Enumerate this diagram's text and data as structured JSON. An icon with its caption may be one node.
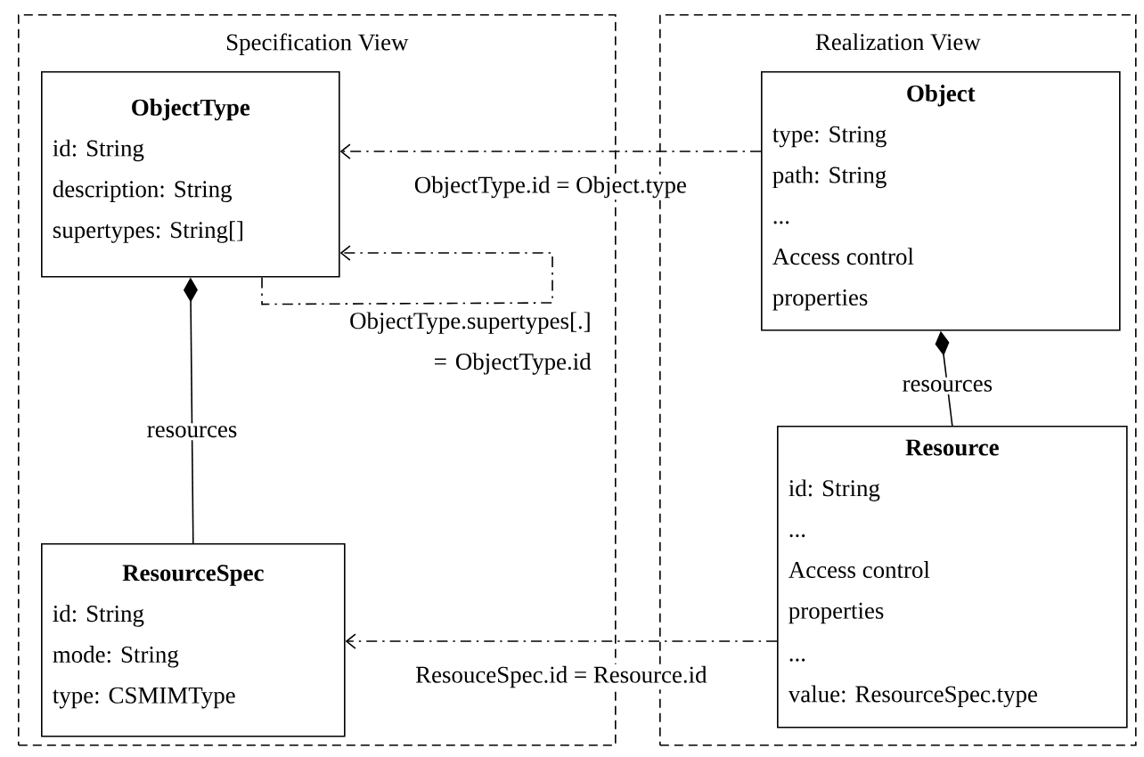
{
  "diagram": {
    "nodes": [
      {
        "text": [
          "Specification View"
        ]
      },
      {
        "text": [
          "ObjectType",
          "id: String",
          "description: String",
          "supertypes: String[]"
        ],
        "in": 0
      },
      {
        "text": [
          "ResourceSpec",
          "id: String",
          "mode: String",
          "type: CSMIMType"
        ],
        "in": 0
      },
      {
        "text": [
          "Realization View"
        ]
      },
      {
        "text": [
          "Object",
          "type: String",
          "path: String",
          "...",
          "Access control properties"
        ],
        "in": 3
      },
      {
        "text": [
          "Resource",
          "id: String",
          "...",
          "Access control properties",
          "...",
          "value: ResourceSpec.type"
        ],
        "in": 3
      }
    ],
    "edges": [
      {
        "from": 4,
        "to": 1,
        "arrow": "to",
        "style": "dashed",
        "label": "ObjectType.id = Object.type"
      },
      {
        "from": 1,
        "to": 1,
        "arrow": "to",
        "style": "dashed",
        "label": "ObjectType.supertypes[.] = ObjectType.id"
      },
      {
        "from": 1,
        "to": 2,
        "arrow": "other",
        "label": "resources"
      },
      {
        "from": 4,
        "to": 5,
        "arrow": "other",
        "label": "resources"
      },
      {
        "from": 5,
        "to": 2,
        "arrow": "to",
        "style": "dashed",
        "label": "ResouceSpec.id = Resource.id"
      }
    ]
  }
}
